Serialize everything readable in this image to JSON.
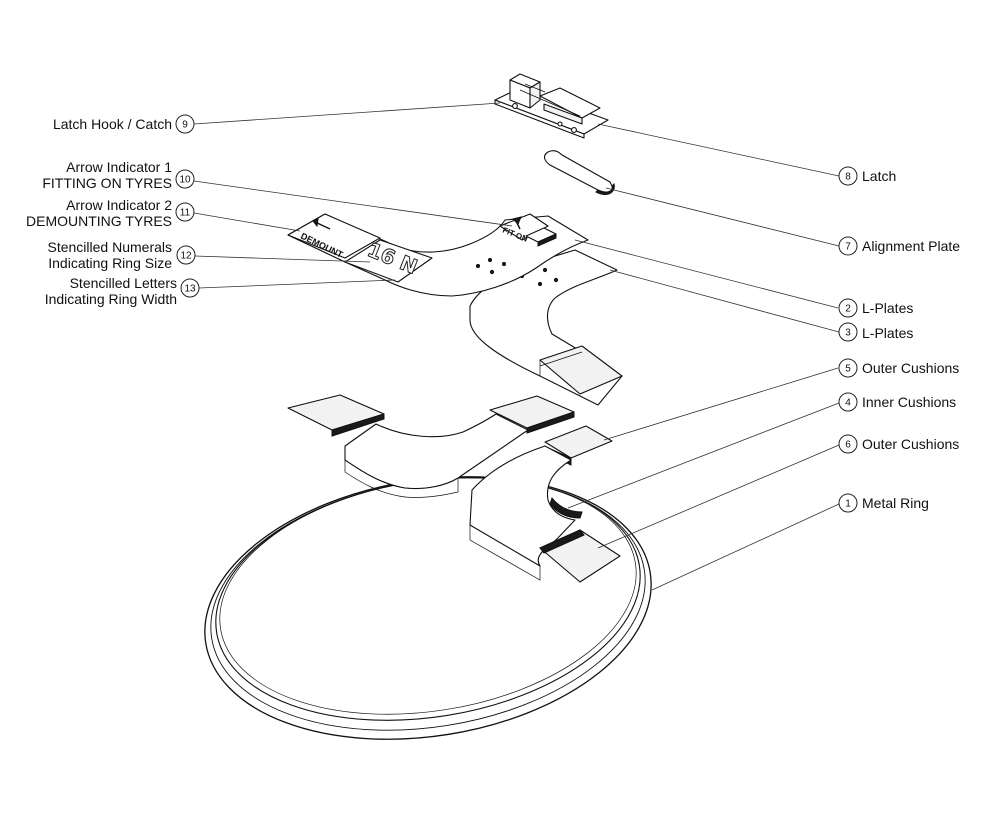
{
  "callouts": [
    {
      "num": "9",
      "lines": [
        "Latch Hook / Catch"
      ]
    },
    {
      "num": "10",
      "lines": [
        "Arrow Indicator 1",
        "FITTING ON TYRES"
      ]
    },
    {
      "num": "11",
      "lines": [
        "Arrow Indicator 2",
        "DEMOUNTING TYRES"
      ]
    },
    {
      "num": "12",
      "lines": [
        "Stencilled Numerals",
        "Indicating Ring Size"
      ]
    },
    {
      "num": "13",
      "lines": [
        "Stencilled Letters",
        "Indicating Ring Width"
      ]
    },
    {
      "num": "8",
      "lines": [
        "Latch"
      ]
    },
    {
      "num": "7",
      "lines": [
        "Alignment Plate"
      ]
    },
    {
      "num": "2",
      "lines": [
        "L-Plates"
      ]
    },
    {
      "num": "3",
      "lines": [
        "L-Plates"
      ]
    },
    {
      "num": "5",
      "lines": [
        "Outer Cushions"
      ]
    },
    {
      "num": "4",
      "lines": [
        "Inner Cushions"
      ]
    },
    {
      "num": "6",
      "lines": [
        "Outer Cushions"
      ]
    },
    {
      "num": "1",
      "lines": [
        "Metal Ring"
      ]
    }
  ],
  "plate_markings": {
    "size_stencil": "16 N",
    "demount_text": "DEMOUNT",
    "fit_on_text": "FIT ON"
  }
}
